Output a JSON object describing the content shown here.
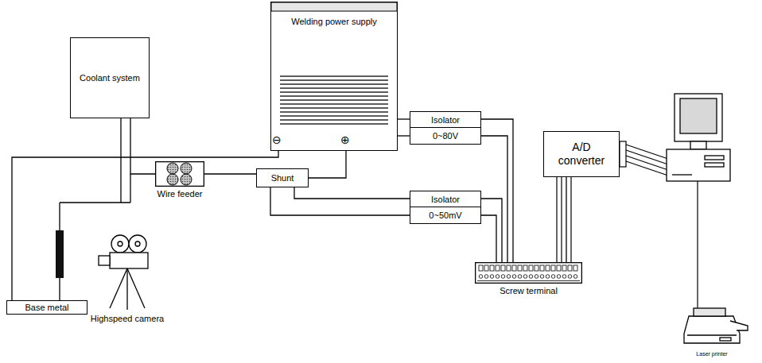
{
  "diagram": {
    "nodes": [
      {
        "text": [
          "Coolant system"
        ]
      },
      {
        "text": [
          "Welding power supply"
        ]
      },
      {
        "text": [
          "Isolator"
        ]
      },
      {
        "text": [
          "0~80V"
        ]
      },
      {
        "text": [
          "Wire feeder"
        ]
      },
      {
        "text": [
          "Shunt"
        ]
      },
      {
        "text": [
          "Isolator"
        ]
      },
      {
        "text": [
          "0~50mV"
        ]
      },
      {
        "text": [
          "A/D converter"
        ]
      },
      {
        "text": [
          "Screw terminal"
        ]
      },
      {
        "text": [
          "Base metal"
        ]
      }
    ],
    "edges": [
      {
        "from": 1,
        "to": 10,
        "arrow": "none"
      },
      {
        "from": 0,
        "to": 4,
        "arrow": "none"
      },
      {
        "from": 4,
        "to": 5,
        "arrow": "none"
      },
      {
        "from": 5,
        "to": 1,
        "arrow": "none"
      },
      {
        "from": 1,
        "to": 2,
        "arrow": "none"
      },
      {
        "from": 1,
        "to": 3,
        "arrow": "none"
      },
      {
        "from": 5,
        "to": 6,
        "arrow": "none"
      },
      {
        "from": 5,
        "to": 7,
        "arrow": "none"
      },
      {
        "from": 2,
        "to": 9,
        "arrow": "none"
      },
      {
        "from": 3,
        "to": 9,
        "arrow": "none"
      },
      {
        "from": 6,
        "to": 9,
        "arrow": "none"
      },
      {
        "from": 7,
        "to": 9,
        "arrow": "none"
      },
      {
        "from": 9,
        "to": 8,
        "arrow": "none"
      }
    ],
    "labels": [
      "⊖",
      "⊕",
      "Highspeed camera",
      "Laser printer"
    ]
  }
}
